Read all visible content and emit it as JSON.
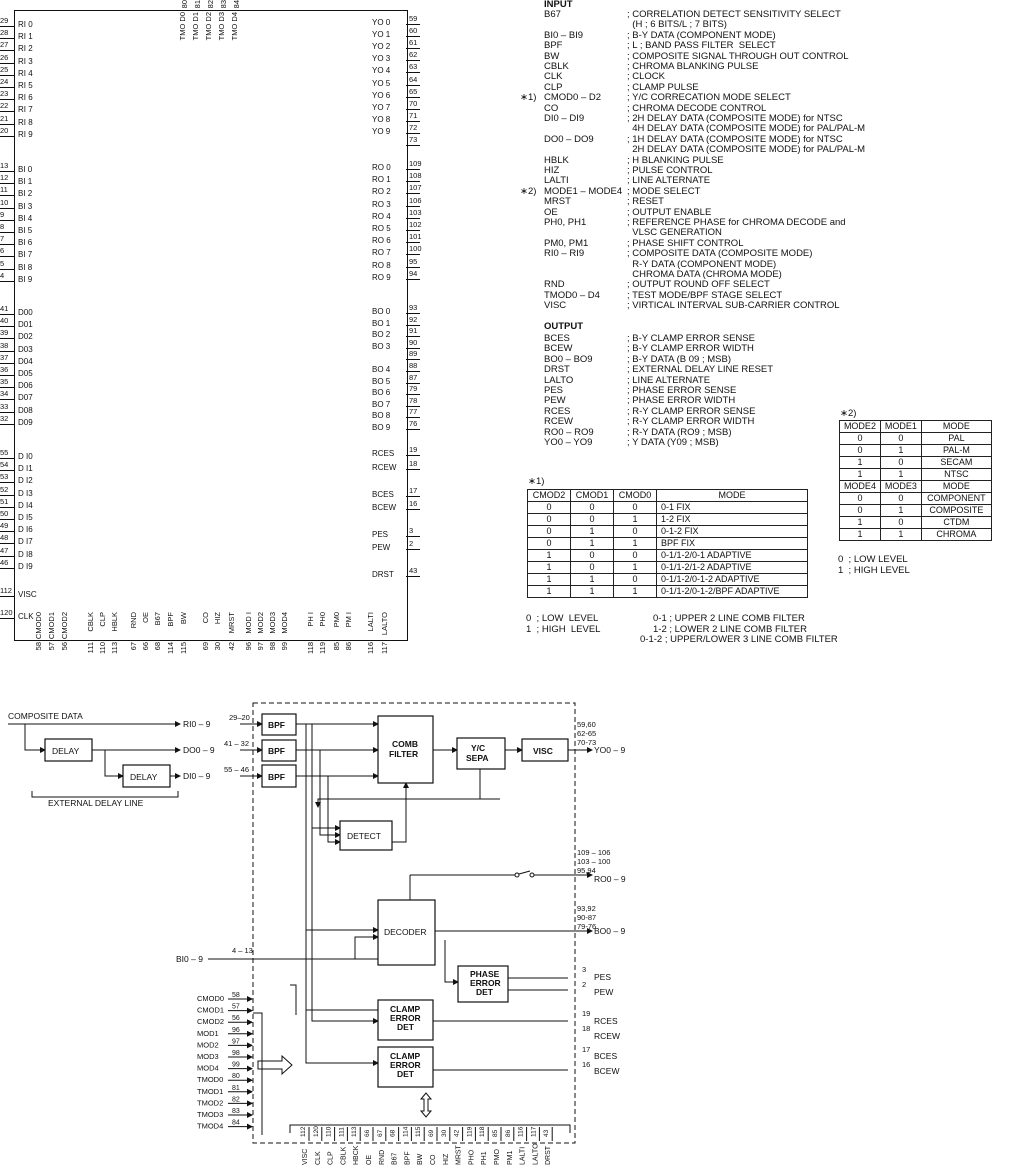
{
  "chip": {
    "left_pins": [
      {
        "num": "29",
        "name": "RI 0"
      },
      {
        "num": "28",
        "name": "RI 1"
      },
      {
        "num": "27",
        "name": "RI 2"
      },
      {
        "num": "26",
        "name": "RI 3"
      },
      {
        "num": "25",
        "name": "RI 4"
      },
      {
        "num": "24",
        "name": "RI 5"
      },
      {
        "num": "23",
        "name": "RI 6"
      },
      {
        "num": "22",
        "name": "RI 7"
      },
      {
        "num": "21",
        "name": "RI 8"
      },
      {
        "num": "20",
        "name": "RI 9"
      },
      {
        "num": "13",
        "name": "BI 0"
      },
      {
        "num": "12",
        "name": "BI 1"
      },
      {
        "num": "11",
        "name": "BI 2"
      },
      {
        "num": "10",
        "name": "BI 3"
      },
      {
        "num": "9",
        "name": "BI 4"
      },
      {
        "num": "8",
        "name": "BI 5"
      },
      {
        "num": "7",
        "name": "BI 6"
      },
      {
        "num": "6",
        "name": "BI 7"
      },
      {
        "num": "5",
        "name": "BI 8"
      },
      {
        "num": "4",
        "name": "BI 9"
      },
      {
        "num": "41",
        "name": "D00"
      },
      {
        "num": "40",
        "name": "D01"
      },
      {
        "num": "39",
        "name": "D02"
      },
      {
        "num": "38",
        "name": "D03"
      },
      {
        "num": "37",
        "name": "D04"
      },
      {
        "num": "36",
        "name": "D05"
      },
      {
        "num": "35",
        "name": "D06"
      },
      {
        "num": "34",
        "name": "D07"
      },
      {
        "num": "33",
        "name": "D08"
      },
      {
        "num": "32",
        "name": "D09"
      },
      {
        "num": "55",
        "name": "D I0"
      },
      {
        "num": "54",
        "name": "D I1"
      },
      {
        "num": "53",
        "name": "D I2"
      },
      {
        "num": "52",
        "name": "D I3"
      },
      {
        "num": "51",
        "name": "D I4"
      },
      {
        "num": "50",
        "name": "D I5"
      },
      {
        "num": "49",
        "name": "D I6"
      },
      {
        "num": "48",
        "name": "D I7"
      },
      {
        "num": "47",
        "name": "D I8"
      },
      {
        "num": "46",
        "name": "D I9"
      },
      {
        "num": "112",
        "name": "VISC"
      },
      {
        "num": "120",
        "name": "CLK"
      }
    ],
    "right_pins": [
      {
        "num": "59",
        "name": "YO 0"
      },
      {
        "num": "60",
        "name": "YO 1"
      },
      {
        "num": "61",
        "name": "YO 2"
      },
      {
        "num": "62",
        "name": "YO 3"
      },
      {
        "num": "63",
        "name": "YO 4"
      },
      {
        "num": "64",
        "name": "YO 5"
      },
      {
        "num": "65",
        "name": "YO 6"
      },
      {
        "num": "70",
        "name": "YO 7"
      },
      {
        "num": "71",
        "name": "YO 8"
      },
      {
        "num": "72",
        "name": "YO 9"
      },
      {
        "num": "73",
        "name": ""
      },
      {
        "num": "109",
        "name": "RO 0"
      },
      {
        "num": "108",
        "name": "RO 1"
      },
      {
        "num": "107",
        "name": "RO 2"
      },
      {
        "num": "106",
        "name": "RO 3"
      },
      {
        "num": "103",
        "name": "RO 4"
      },
      {
        "num": "102",
        "name": "RO 5"
      },
      {
        "num": "101",
        "name": "RO 6"
      },
      {
        "num": "100",
        "name": "RO 7"
      },
      {
        "num": "95",
        "name": "RO 8"
      },
      {
        "num": "94",
        "name": "RO 9"
      },
      {
        "num": "93",
        "name": "BO 0"
      },
      {
        "num": "92",
        "name": "BO 1"
      },
      {
        "num": "91",
        "name": "BO 2"
      },
      {
        "num": "90",
        "name": "BO 3"
      },
      {
        "num": "89",
        "name": ""
      },
      {
        "num": "88",
        "name": "BO 4"
      },
      {
        "num": "87",
        "name": "BO 5"
      },
      {
        "num": "79",
        "name": "BO 6"
      },
      {
        "num": "78",
        "name": "BO 7"
      },
      {
        "num": "77",
        "name": "BO 8"
      },
      {
        "num": "76",
        "name": "BO 9"
      },
      {
        "num": "19",
        "name": "RCES"
      },
      {
        "num": "18",
        "name": "RCEW"
      },
      {
        "num": "17",
        "name": "BCES"
      },
      {
        "num": "16",
        "name": "BCEW"
      },
      {
        "num": "3",
        "name": "PES"
      },
      {
        "num": "2",
        "name": "PEW"
      },
      {
        "num": "43",
        "name": "DRST"
      }
    ],
    "top_pins": [
      {
        "num": "80",
        "name": "TMO D0"
      },
      {
        "num": "81",
        "name": "TMO D1"
      },
      {
        "num": "82",
        "name": "TMO D2"
      },
      {
        "num": "83",
        "name": "TMO D3"
      },
      {
        "num": "84",
        "name": "TMO D4"
      }
    ],
    "bottom_pins": [
      {
        "num": "58",
        "name": "CMOD0"
      },
      {
        "num": "57",
        "name": "CMOD1"
      },
      {
        "num": "56",
        "name": "CMOD2"
      },
      {
        "num": "111",
        "name": "CBLK"
      },
      {
        "num": "110",
        "name": "CLP"
      },
      {
        "num": "113",
        "name": "HBLK"
      },
      {
        "num": "67",
        "name": "RND"
      },
      {
        "num": "66",
        "name": "OE"
      },
      {
        "num": "68",
        "name": "B67"
      },
      {
        "num": "114",
        "name": "BPF"
      },
      {
        "num": "115",
        "name": "BW"
      },
      {
        "num": "69",
        "name": "CO"
      },
      {
        "num": "30",
        "name": "HIZ"
      },
      {
        "num": "42",
        "name": "MRST"
      },
      {
        "num": "96",
        "name": "MOD I"
      },
      {
        "num": "97",
        "name": "MOD2"
      },
      {
        "num": "98",
        "name": "MOD3"
      },
      {
        "num": "99",
        "name": "MOD4"
      },
      {
        "num": "118",
        "name": "PH I"
      },
      {
        "num": "119",
        "name": "PH0"
      },
      {
        "num": "85",
        "name": "PM0"
      },
      {
        "num": "86",
        "name": "PM I"
      },
      {
        "num": "116",
        "name": "LALTI"
      },
      {
        "num": "117",
        "name": "LALTO"
      }
    ]
  },
  "input_section": {
    "heading": "INPUT",
    "rows": [
      {
        "mark": "",
        "sig": "B67",
        "desc": "; CORRELATION DETECT SENSITIVITY SELECT"
      },
      {
        "mark": "",
        "sig": "",
        "desc": "  (H ; 6 BITS/L ; 7 BITS)"
      },
      {
        "mark": "",
        "sig": "BI0 – BI9",
        "desc": "; B-Y DATA (COMPONENT MODE)"
      },
      {
        "mark": "",
        "sig": "BPF",
        "desc": "; L ; BAND PASS FILTER  SELECT"
      },
      {
        "mark": "",
        "sig": "BW",
        "desc": "; COMPOSITE SIGNAL THROUGH OUT CONTROL"
      },
      {
        "mark": "",
        "sig": "CBLK",
        "desc": "; CHROMA BLANKING PULSE"
      },
      {
        "mark": "",
        "sig": "CLK",
        "desc": "; CLOCK"
      },
      {
        "mark": "",
        "sig": "CLP",
        "desc": "; CLAMP PULSE"
      },
      {
        "mark": "∗1)",
        "sig": "CMOD0 – D2",
        "desc": "; Y/C CORRECATION MODE SELECT"
      },
      {
        "mark": "",
        "sig": "CO",
        "desc": "; CHROMA DECODE CONTROL"
      },
      {
        "mark": "",
        "sig": "DI0 – DI9",
        "desc": "; 2H DELAY DATA (COMPOSITE MODE) for NTSC"
      },
      {
        "mark": "",
        "sig": "",
        "desc": "  4H DELAY DATA (COMPOSITE MODE) for PAL/PAL-M"
      },
      {
        "mark": "",
        "sig": "DO0 – DO9",
        "desc": "; 1H DELAY DATA (COMPOSITE MODE) for NTSC"
      },
      {
        "mark": "",
        "sig": "",
        "desc": "  2H DELAY DATA (COMPOSITE MODE) for PAL/PAL-M"
      },
      {
        "mark": "",
        "sig": "HBLK",
        "desc": "; H BLANKING PULSE"
      },
      {
        "mark": "",
        "sig": "HIZ",
        "desc": "; PULSE CONTROL"
      },
      {
        "mark": "",
        "sig": "LALTI",
        "desc": "; LINE ALTERNATE"
      },
      {
        "mark": "∗2)",
        "sig": "MODE1 – MODE4",
        "desc": "; MODE SELECT"
      },
      {
        "mark": "",
        "sig": "MRST",
        "desc": "; RESET"
      },
      {
        "mark": "",
        "sig": "OE",
        "desc": "; OUTPUT ENABLE"
      },
      {
        "mark": "",
        "sig": "PH0, PH1",
        "desc": "; REFERENCE PHASE for CHROMA DECODE and"
      },
      {
        "mark": "",
        "sig": "",
        "desc": "  VLSC GENERATION"
      },
      {
        "mark": "",
        "sig": "PM0, PM1",
        "desc": "; PHASE SHIFT CONTROL"
      },
      {
        "mark": "",
        "sig": "RI0 – RI9",
        "desc": "; COMPOSITE DATA (COMPOSITE MODE)"
      },
      {
        "mark": "",
        "sig": "",
        "desc": "  R-Y DATA (COMPONENT MODE)"
      },
      {
        "mark": "",
        "sig": "",
        "desc": "  CHROMA DATA (CHROMA MODE)"
      },
      {
        "mark": "",
        "sig": "RND",
        "desc": "; OUTPUT ROUND OFF SELECT"
      },
      {
        "mark": "",
        "sig": "TMOD0 – D4",
        "desc": "; TEST MODE/BPF STAGE SELECT"
      },
      {
        "mark": "",
        "sig": "VISC",
        "desc": "; VIRTICAL INTERVAL SUB-CARRIER CONTROL"
      }
    ]
  },
  "output_section": {
    "heading": "OUTPUT",
    "rows": [
      {
        "sig": "BCES",
        "desc": "; B-Y CLAMP ERROR SENSE"
      },
      {
        "sig": "BCEW",
        "desc": "; B-Y CLAMP ERROR WIDTH"
      },
      {
        "sig": "BO0 – BO9",
        "desc": "; B-Y DATA (B 09 ; MSB)"
      },
      {
        "sig": "DRST",
        "desc": "; EXTERNAL DELAY LINE RESET"
      },
      {
        "sig": "LALTO",
        "desc": "; LINE ALTERNATE"
      },
      {
        "sig": "PES",
        "desc": "; PHASE ERROR SENSE"
      },
      {
        "sig": "PEW",
        "desc": "; PHASE ERROR WIDTH"
      },
      {
        "sig": "RCES",
        "desc": "; R-Y CLAMP ERROR SENSE"
      },
      {
        "sig": "RCEW",
        "desc": "; R-Y CLAMP ERROR WIDTH"
      },
      {
        "sig": "RO0 – RO9",
        "desc": "; R-Y DATA (RO9 ; MSB)"
      },
      {
        "sig": "YO0 – YO9",
        "desc": "; Y DATA (Y09 ; MSB)"
      }
    ]
  },
  "table1": {
    "mark": "∗1)",
    "headers": [
      "CMOD2",
      "CMOD1",
      "CMOD0",
      "MODE"
    ],
    "rows": [
      [
        "0",
        "0",
        "0",
        "0-1  FIX"
      ],
      [
        "0",
        "0",
        "1",
        "1-2  FIX"
      ],
      [
        "0",
        "1",
        "0",
        "0-1-2  FIX"
      ],
      [
        "0",
        "1",
        "1",
        "BPF  FIX"
      ],
      [
        "1",
        "0",
        "0",
        "0-1/1-2/0-1  ADAPTIVE"
      ],
      [
        "1",
        "0",
        "1",
        "0-1/1-2/1-2  ADAPTIVE"
      ],
      [
        "1",
        "1",
        "0",
        "0-1/1-2/0-1-2  ADAPTIVE"
      ],
      [
        "1",
        "1",
        "1",
        "0-1/1-2/0-1-2/BPF  ADAPTIVE"
      ]
    ],
    "legend": [
      "0  ; LOW  LEVEL",
      "1  ; HIGH  LEVEL"
    ],
    "notes": [
      "0-1 ; UPPER 2 LINE COMB FILTER",
      "1-2 ; LOWER 2 LINE COMB FILTER",
      "0-1-2 ; UPPER/LOWER 3 LINE COMB FILTER"
    ]
  },
  "table2": {
    "mark": "∗2)",
    "headers1": [
      "MODE2",
      "MODE1",
      "MODE"
    ],
    "rows1": [
      [
        "0",
        "0",
        "PAL"
      ],
      [
        "0",
        "1",
        "PAL-M"
      ],
      [
        "1",
        "0",
        "SECAM"
      ],
      [
        "1",
        "1",
        "NTSC"
      ]
    ],
    "headers2": [
      "MODE4",
      "MODE3",
      "MODE"
    ],
    "rows2": [
      [
        "0",
        "0",
        "COMPONENT"
      ],
      [
        "0",
        "1",
        "COMPOSITE"
      ],
      [
        "1",
        "0",
        "CTDM"
      ],
      [
        "1",
        "1",
        "CHROMA"
      ]
    ],
    "legend": [
      "0  ; LOW LEVEL",
      "1  ; HIGH LEVEL"
    ]
  },
  "block": {
    "composite_data": "COMPOSITE DATA",
    "delay": "DELAY",
    "external_delay_line": "EXTERNAL  DELAY  LINE",
    "ri": "RI0 – 9",
    "doo": "DO0 – 9",
    "dio": "DI0 – 9",
    "ri_pins": "29–20",
    "do_pins": "41 – 32",
    "di_pins": "55 – 46",
    "bpf": "BPF",
    "comb1": "COMB",
    "comb2": "FILTER",
    "yc1": "Y/C",
    "yc2": "SEPA",
    "visc": "VISC",
    "detect": "DETECT",
    "decoder": "DECODER",
    "phase1": "PHASE",
    "phase2": "ERROR",
    "phase3": "DET",
    "clamp1": "CLAMP",
    "clamp2": "ERROR",
    "clamp3": "DET",
    "yo_pins1": "59,60",
    "yo_pins2": "62-65",
    "yo_pins3": "70-73",
    "yo": "YO0 – 9",
    "ro_pins1": "109 – 106",
    "ro_pins2": "103 – 100",
    "ro_pins3": "95,94",
    "ro": "RO0 – 9",
    "bo_pins1": "93,92",
    "bo_pins2": "90-87",
    "bo_pins3": "79-76",
    "bo": "BO0 – 9",
    "bi": "BI0 – 9",
    "bi_pins": "4 – 13",
    "pes": "PES",
    "pes_n": "3",
    "pew": "PEW",
    "pew_n": "2",
    "rces": "RCES",
    "rces_n": "19",
    "rcew": "RCEW",
    "rcew_n": "18",
    "bces": "BCES",
    "bces_n": "17",
    "bcew": "BCEW",
    "bcew_n": "16",
    "ctrl_inputs": [
      {
        "name": "CMOD0",
        "num": "58"
      },
      {
        "name": "CMOD1",
        "num": "57"
      },
      {
        "name": "CMOD2",
        "num": "56"
      },
      {
        "name": "MOD1",
        "num": "96"
      },
      {
        "name": "MOD2",
        "num": "97"
      },
      {
        "name": "MOD3",
        "num": "98"
      },
      {
        "name": "MOD4",
        "num": "99"
      },
      {
        "name": "TMOD0",
        "num": "80"
      },
      {
        "name": "TMOD1",
        "num": "81"
      },
      {
        "name": "TMOD2",
        "num": "82"
      },
      {
        "name": "TMOD3",
        "num": "83"
      },
      {
        "name": "TMOD4",
        "num": "84"
      }
    ],
    "bottom_ctrl": [
      {
        "name": "VISC",
        "num": "112"
      },
      {
        "name": "CLK",
        "num": "120"
      },
      {
        "name": "CLP",
        "num": "110"
      },
      {
        "name": "CBLK",
        "num": "111"
      },
      {
        "name": "HBCK",
        "num": "113"
      },
      {
        "name": "OE",
        "num": "66"
      },
      {
        "name": "RND",
        "num": "67"
      },
      {
        "name": "B67",
        "num": "68"
      },
      {
        "name": "BPF",
        "num": "114"
      },
      {
        "name": "BW",
        "num": "115"
      },
      {
        "name": "CO",
        "num": "69"
      },
      {
        "name": "HIZ",
        "num": "30"
      },
      {
        "name": "MRST",
        "num": "42"
      },
      {
        "name": "PHO",
        "num": "119"
      },
      {
        "name": "PH1",
        "num": "118"
      },
      {
        "name": "PMO",
        "num": "85"
      },
      {
        "name": "PM1",
        "num": "86"
      },
      {
        "name": "LALTI",
        "num": "116"
      },
      {
        "name": "LALTO",
        "num": "117"
      },
      {
        "name": "DRST",
        "num": "43"
      }
    ]
  }
}
